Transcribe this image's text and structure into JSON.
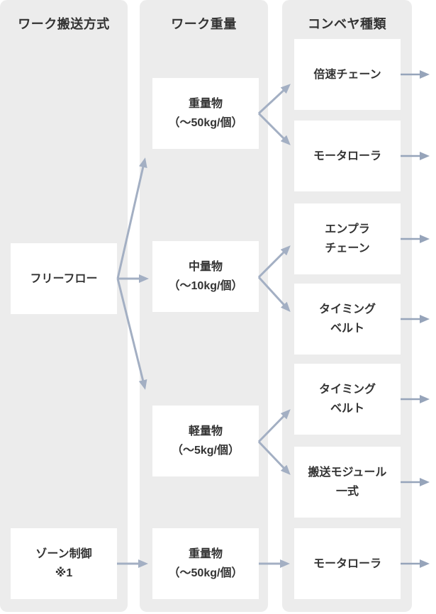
{
  "colors": {
    "column_bg": "#ececec",
    "box_bg": "#ffffff",
    "text": "#333333",
    "connector_arrow": "#a3afc3",
    "exit_arrow": "#96a4ba"
  },
  "columns": [
    {
      "id": "transport-method",
      "header": "ワーク搬送方式",
      "boxes": [
        {
          "id": "free-flow",
          "lines": [
            "フリーフロー"
          ]
        },
        {
          "id": "zone-control",
          "lines": [
            "ゾーン制御",
            "※1"
          ]
        }
      ]
    },
    {
      "id": "work-weight",
      "header": "ワーク重量",
      "boxes": [
        {
          "id": "heavy-top",
          "lines": [
            "重量物",
            "（～50kg/個）"
          ]
        },
        {
          "id": "medium",
          "lines": [
            "中量物",
            "（～10kg/個）"
          ]
        },
        {
          "id": "light",
          "lines": [
            "軽量物",
            "（～5kg/個）"
          ]
        },
        {
          "id": "heavy-bottom",
          "lines": [
            "重量物",
            "（～50kg/個）"
          ]
        }
      ]
    },
    {
      "id": "conveyor-type",
      "header": "コンベヤ種類",
      "boxes": [
        {
          "id": "double-speed-chain",
          "lines": [
            "倍速チェーン"
          ]
        },
        {
          "id": "motor-roller-top",
          "lines": [
            "モータローラ"
          ]
        },
        {
          "id": "enpla-chain",
          "lines": [
            "エンプラ",
            "チェーン"
          ]
        },
        {
          "id": "timing-belt-1",
          "lines": [
            "タイミング",
            "ベルト"
          ]
        },
        {
          "id": "timing-belt-2",
          "lines": [
            "タイミング",
            "ベルト"
          ]
        },
        {
          "id": "transport-module",
          "lines": [
            "搬送モジュール",
            "一式"
          ]
        },
        {
          "id": "motor-roller-bottom",
          "lines": [
            "モータローラ"
          ]
        }
      ]
    }
  ],
  "connections": [
    {
      "from": "フリーフロー",
      "to": "重量物（～50kg/個）"
    },
    {
      "from": "フリーフロー",
      "to": "中量物（～10kg/個）"
    },
    {
      "from": "フリーフロー",
      "to": "軽量物（～5kg/個）"
    },
    {
      "from": "重量物（～50kg/個）",
      "to": "倍速チェーン"
    },
    {
      "from": "重量物（～50kg/個）",
      "to": "モータローラ"
    },
    {
      "from": "中量物（～10kg/個）",
      "to": "エンプラチェーン"
    },
    {
      "from": "中量物（～10kg/個）",
      "to": "タイミングベルト"
    },
    {
      "from": "軽量物（～5kg/個）",
      "to": "タイミングベルト"
    },
    {
      "from": "軽量物（～5kg/個）",
      "to": "搬送モジュール一式"
    },
    {
      "from": "ゾーン制御※1",
      "to": "重量物（～50kg/個）"
    },
    {
      "from": "重量物（～50kg/個）",
      "to": "モータローラ"
    }
  ]
}
